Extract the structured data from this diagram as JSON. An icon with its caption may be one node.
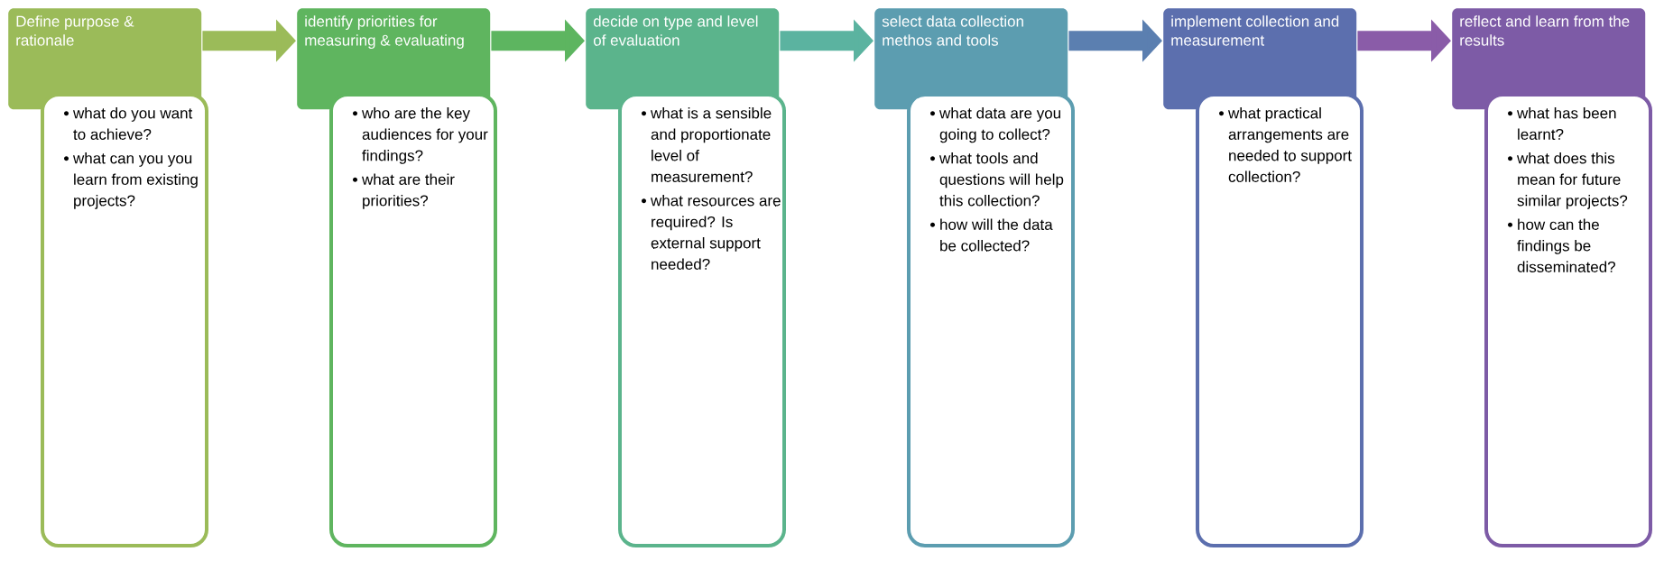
{
  "diagram": {
    "nodes": [
      {
        "text": [
          "Define purpose & rationale"
        ]
      },
      {
        "text": [
          "what do you want to achieve?",
          "what can you you learn from existing projects?"
        ]
      },
      {
        "text": [
          "identify priorities for measuring & evaluating"
        ]
      },
      {
        "text": [
          "who are the key audiences for your findings?",
          "what are their priorities?"
        ]
      },
      {
        "text": [
          "decide on type and level of evaluation"
        ]
      },
      {
        "text": [
          "what is a sensible and proportionate level of measurement?",
          "what resources are required? Is external support needed?"
        ]
      },
      {
        "text": [
          "select data collection methos and tools"
        ]
      },
      {
        "text": [
          "what data are you going to collect?",
          "what tools and questions will help this collection?",
          "how will the data be collected?"
        ]
      },
      {
        "text": [
          "implement collection and measurement"
        ]
      },
      {
        "text": [
          "what practical arrangements are needed to support collection?"
        ]
      },
      {
        "text": [
          "reflect and learn from the results"
        ]
      },
      {
        "text": [
          "what has been learnt?",
          "what does this mean for future similar projects?",
          "how can the findings be disseminated?"
        ]
      }
    ],
    "edges": [
      {
        "from": 0,
        "to": 2,
        "arrow": "to",
        "color": "#9bbb59"
      },
      {
        "from": 2,
        "to": 4,
        "arrow": "to",
        "color": "#5db560"
      },
      {
        "from": 4,
        "to": 6,
        "arrow": "to",
        "color": "#5bb3a0"
      },
      {
        "from": 6,
        "to": 8,
        "arrow": "to",
        "color": "#5b7fb0"
      },
      {
        "from": 8,
        "to": 10,
        "arrow": "to",
        "color": "#8a5ca8"
      }
    ]
  }
}
